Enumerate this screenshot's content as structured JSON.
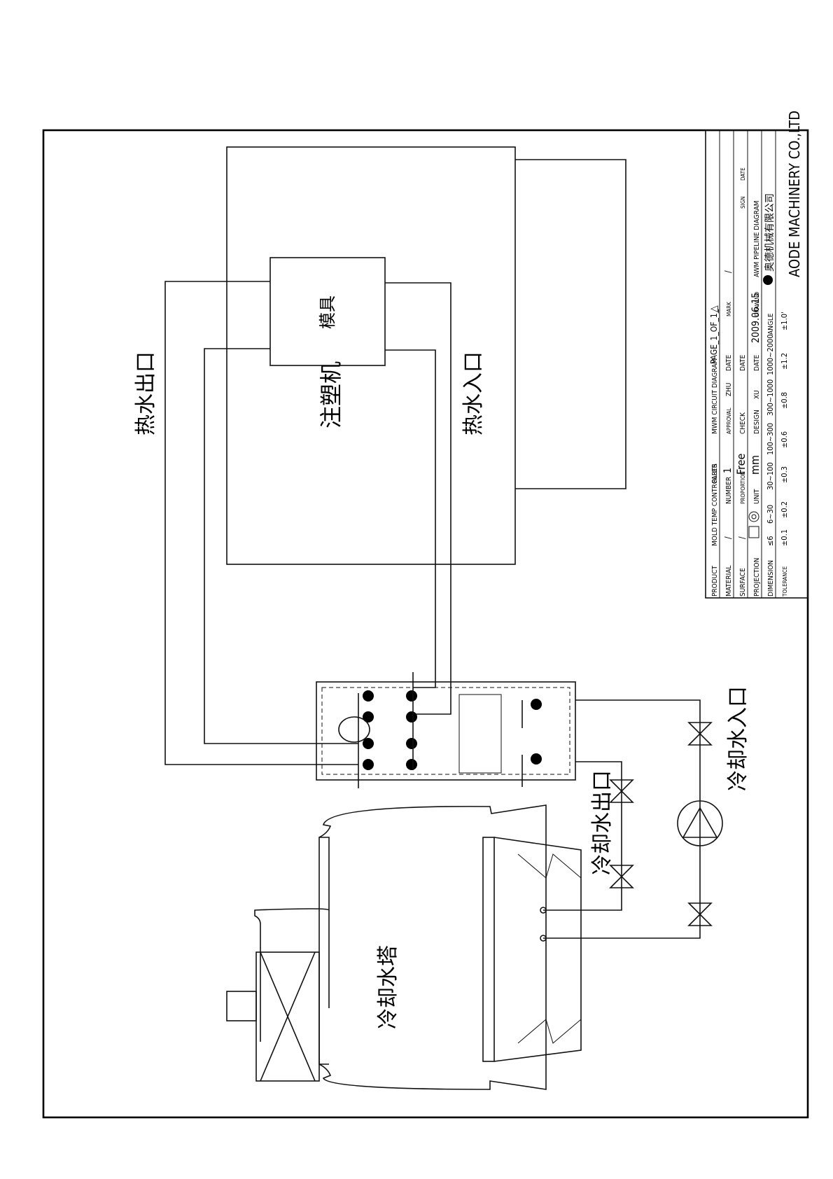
{
  "labels": {
    "hot_water_outlet": "热水出口",
    "hot_water_inlet": "热水入口",
    "injection_machine": "注塑机",
    "mold": "模具",
    "cooling_tower": "冷却水塔",
    "cooling_water_outlet": "冷却水出口",
    "cooling_water_inlet": "冷却水入口"
  },
  "title_block": {
    "row_product": [
      "PRODUCT",
      "MOLD TEMP CONTROLLER",
      "PARTS",
      "MWM CIRCUIT DIAGRAM",
      "PAGE_1_OF_1_",
      "△"
    ],
    "row_material": [
      "MATERIAL",
      "/",
      "NUMBER",
      "1",
      "APPROVAL",
      "ZHU",
      "DATE",
      "MARK",
      "/",
      "SIGN",
      "DATE"
    ],
    "row_surface": [
      "SURFACE",
      "/",
      "PROPORTION",
      "Free",
      "CHECK",
      "",
      "DATE",
      "DRAW NO",
      "AWM PIPELINE DIAGRAM"
    ],
    "row_projection": [
      "PROJECTION",
      "UNIT",
      "mm",
      "DESIGN",
      "XU",
      "DATE",
      "2009.06.15"
    ],
    "row_dimension": [
      "DIMENSION",
      "≤6",
      "6~30",
      "30~100",
      "100~300",
      "300~1000",
      "1000~2000",
      "ANGLE"
    ],
    "row_tolerance": [
      "TOLERANCE",
      "±0.1",
      "±0.2",
      "±0.3",
      "±0.6",
      "±0.8",
      "±1.2",
      "±1.0'"
    ],
    "company_cn": "奥德机械有限公司",
    "company_en": "AODE MACHINERY CO.,LTD"
  }
}
